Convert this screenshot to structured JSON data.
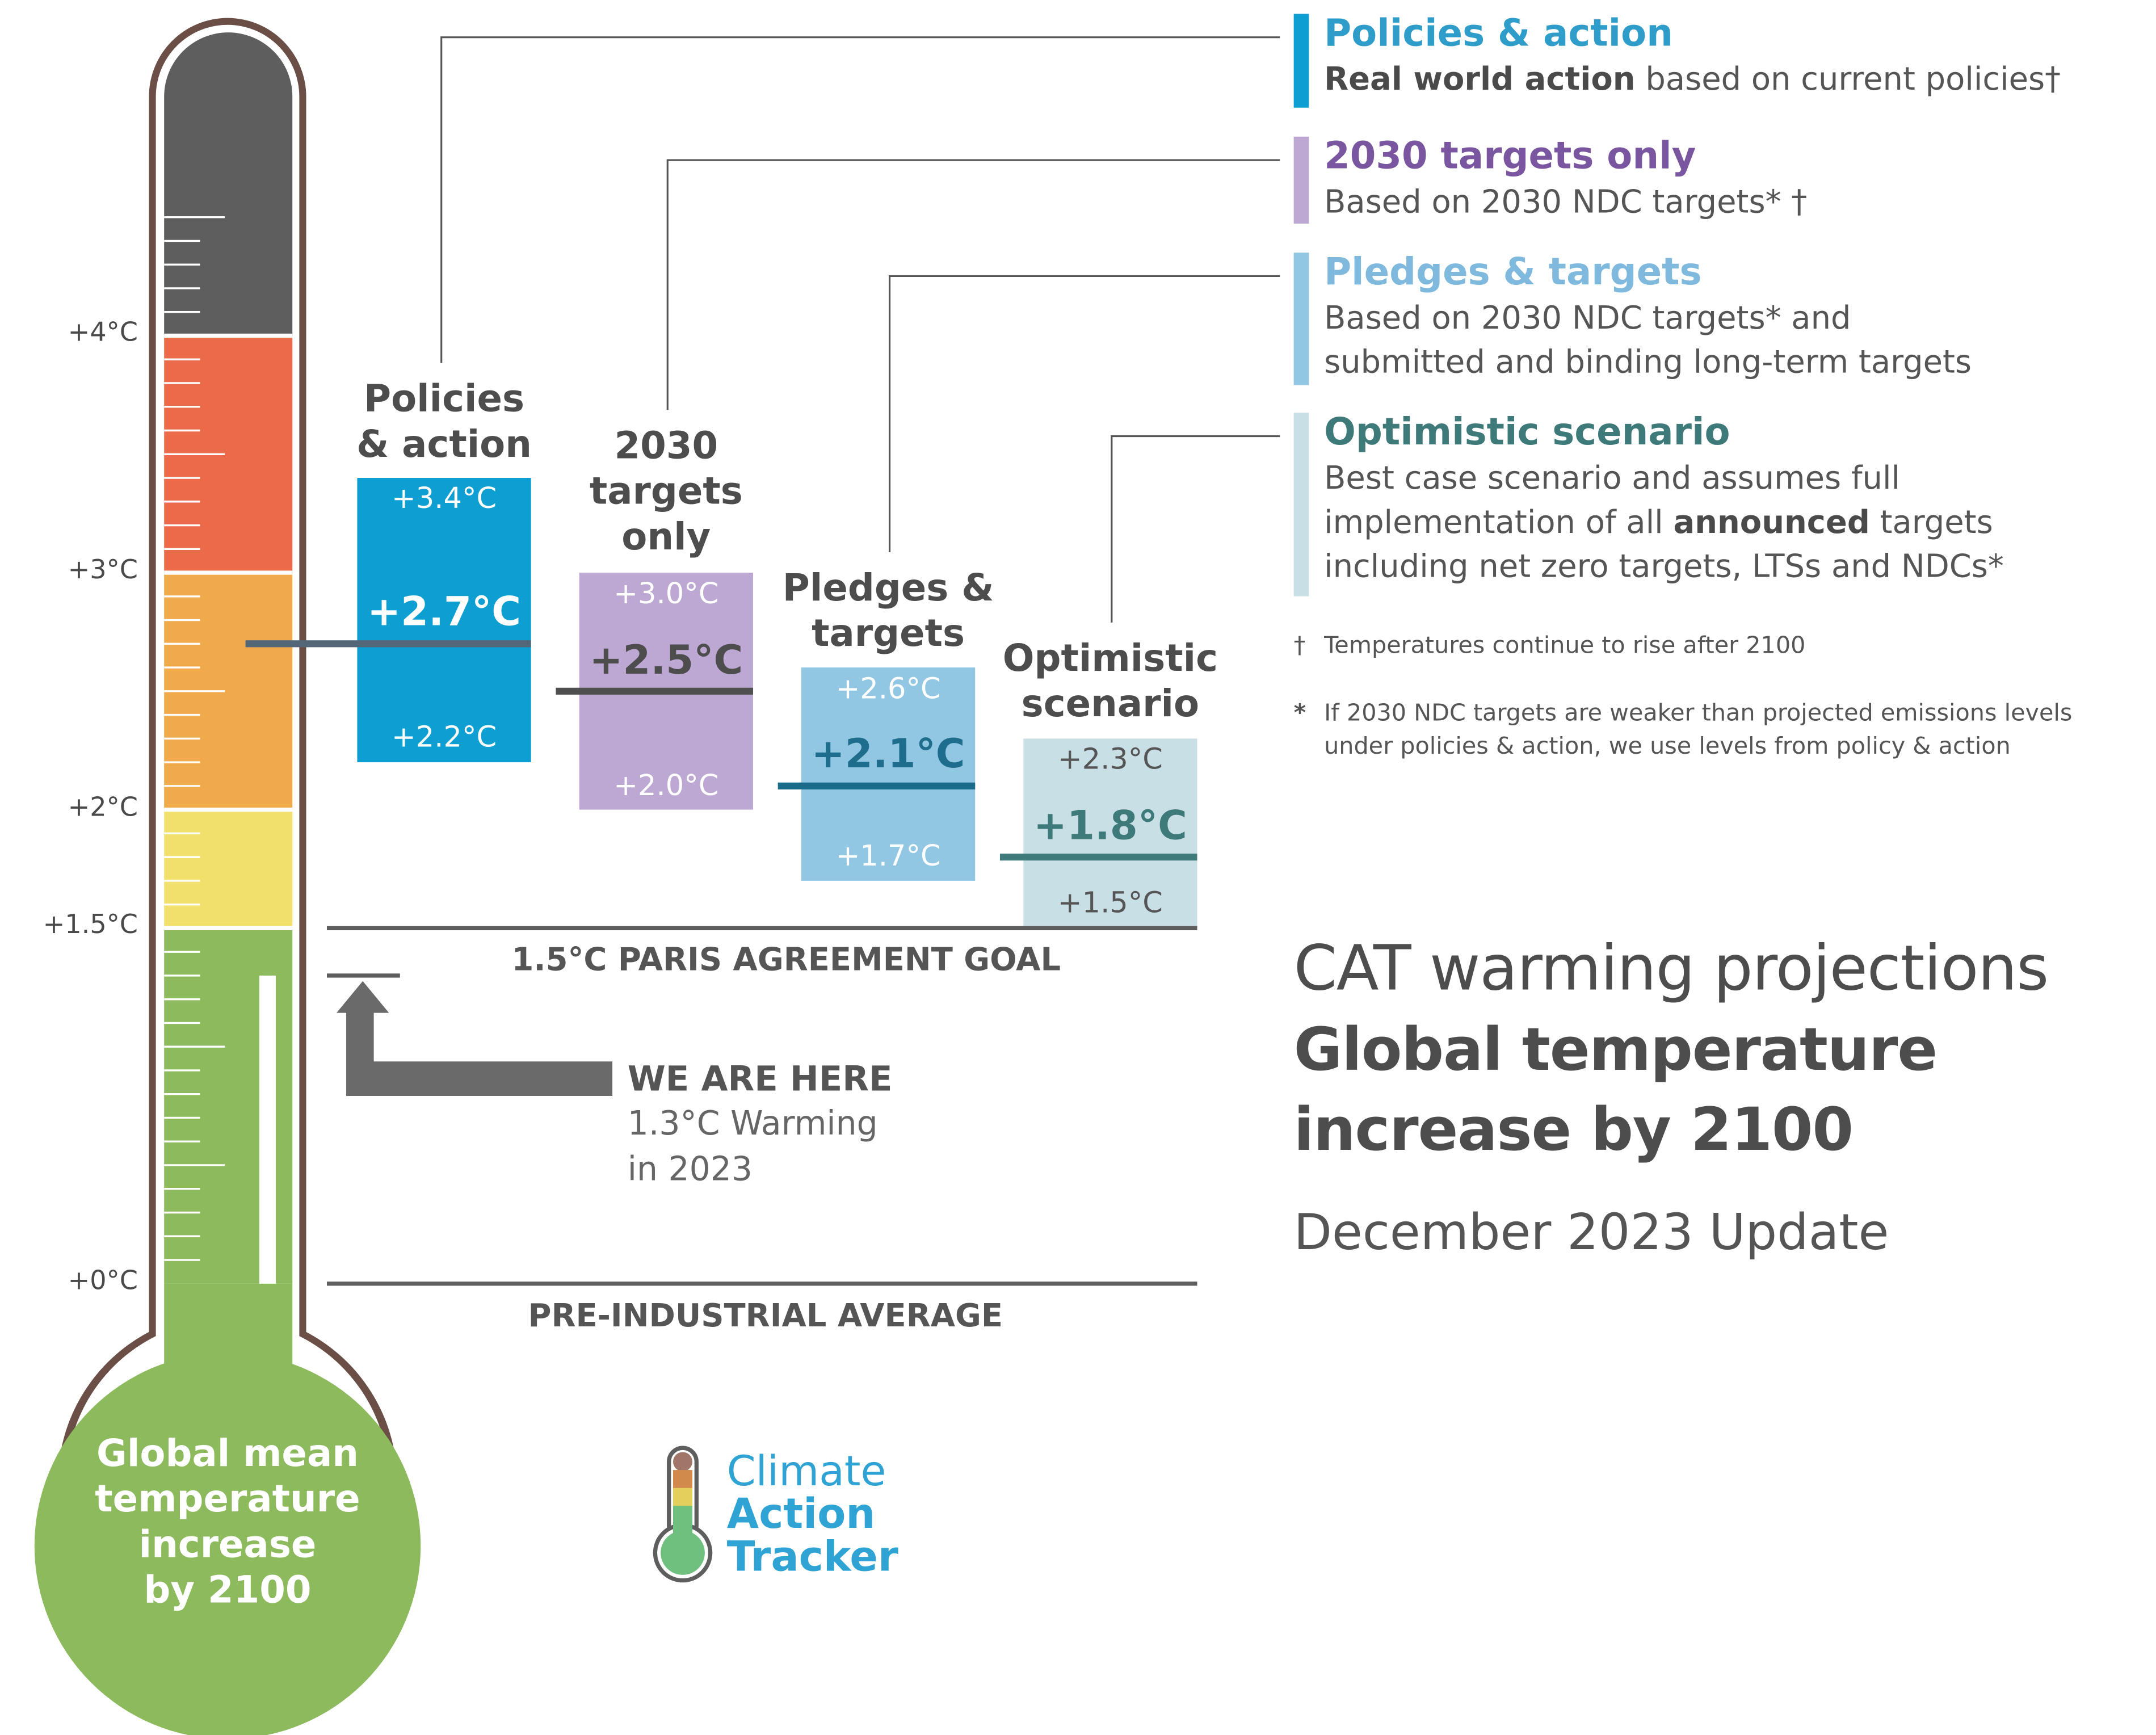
{
  "chart_data": {
    "type": "range",
    "title": "CAT warming projections",
    "subtitle": "Global temperature increase by 2100",
    "update": "December 2023 Update",
    "y_unit": "°C",
    "ylim": [
      0,
      4.4
    ],
    "scale_ticks": [
      {
        "value": 4,
        "label": "+4°C"
      },
      {
        "value": 3,
        "label": "+3°C"
      },
      {
        "value": 2,
        "label": "+2°C"
      },
      {
        "value": 1.5,
        "label": "+1.5°C"
      },
      {
        "value": 0,
        "label": "+0°C"
      }
    ],
    "bands": [
      {
        "from": 0,
        "to": 1.5,
        "color": "#8cba5c"
      },
      {
        "from": 1.5,
        "to": 2,
        "color": "#f1e06b"
      },
      {
        "from": 2,
        "to": 3,
        "color": "#f0aa4c"
      },
      {
        "from": 3,
        "to": 4,
        "color": "#ea6a4a"
      },
      {
        "from": 4,
        "to": 5,
        "color": "#5e5e5e"
      }
    ],
    "scenarios": [
      {
        "name": "Policies & action",
        "label_lines": [
          "Policies",
          "& action"
        ],
        "low": 2.2,
        "mid": 2.7,
        "high": 3.4,
        "low_label": "+2.2°C",
        "mid_label": "+2.7°C",
        "high_label": "+3.4°C",
        "color": "#0d9fd2",
        "mid_color": "#ffffff",
        "line_color": "#546778"
      },
      {
        "name": "2030 targets only",
        "label_lines": [
          "2030",
          "targets",
          "only"
        ],
        "low": 2.0,
        "mid": 2.5,
        "high": 3.0,
        "low_label": "+2.0°C",
        "mid_label": "+2.5°C",
        "high_label": "+3.0°C",
        "color": "#bca8d2",
        "mid_color": "#4d4d4d",
        "line_color": "#4f4f4f"
      },
      {
        "name": "Pledges & targets",
        "label_lines": [
          "Pledges &",
          "targets"
        ],
        "low": 1.7,
        "mid": 2.1,
        "high": 2.6,
        "low_label": "+1.7°C",
        "mid_label": "+2.1°C",
        "high_label": "+2.6°C",
        "color": "#92c7e4",
        "mid_color": "#1e6d8c",
        "line_color": "#1a6a8a"
      },
      {
        "name": "Optimistic scenario",
        "label_lines": [
          "Optimistic",
          "scenario"
        ],
        "low": 1.5,
        "mid": 1.8,
        "high": 2.3,
        "low_label": "+1.5°C",
        "mid_label": "+1.8°C",
        "high_label": "+2.3°C",
        "color": "#c9dfe6",
        "mid_color": "#3f7a7a",
        "line_color": "#3f7a7a"
      }
    ],
    "current_warming": {
      "value": 1.3,
      "year": 2023
    }
  },
  "thermometer": {
    "bulb_lines": [
      "Global mean",
      "temperature",
      "increase",
      "by 2100"
    ]
  },
  "baselines": {
    "paris": "1.5°C PARIS AGREEMENT GOAL",
    "preindustrial": "PRE-INDUSTRIAL AVERAGE"
  },
  "we_are_here": {
    "title": "WE ARE HERE",
    "line1": "1.3°C Warming",
    "line2": "in 2023"
  },
  "legend": [
    {
      "title": "Policies & action",
      "title_color": "#2f9dc9",
      "bar_color": "#0d9fd2",
      "desc": [
        [
          {
            "t": "Real world action",
            "b": true
          },
          {
            "t": " based on current policies†",
            "b": false
          }
        ]
      ]
    },
    {
      "title": "2030 targets only",
      "title_color": "#7a55a0",
      "bar_color": "#bca8d2",
      "desc": [
        [
          {
            "t": "Based on 2030 NDC targets* †",
            "b": false
          }
        ]
      ]
    },
    {
      "title": "Pledges & targets",
      "title_color": "#7fb9dd",
      "bar_color": "#92c7e4",
      "desc": [
        [
          {
            "t": "Based on 2030 NDC targets* and",
            "b": false
          }
        ],
        [
          {
            "t": "submitted and binding long-term targets",
            "b": false
          }
        ]
      ]
    },
    {
      "title": "Optimistic scenario",
      "title_color": "#3f7a7a",
      "bar_color": "#c9dfe6",
      "desc": [
        [
          {
            "t": "Best case scenario and assumes full",
            "b": false
          }
        ],
        [
          {
            "t": "implementation of all ",
            "b": false
          },
          {
            "t": "announced",
            "b": true
          },
          {
            "t": " targets",
            "b": false
          }
        ],
        [
          {
            "t": "including net zero targets, LTSs and NDCs*",
            "b": false
          }
        ]
      ]
    }
  ],
  "notes": {
    "dagger_symbol": "†",
    "dagger": "Temperatures continue to rise after 2100",
    "asterisk_symbol": "*",
    "asterisk_line1": "If 2030 NDC targets are weaker than projected emissions levels",
    "asterisk_line2": "under policies & action, we use levels from policy & action"
  },
  "titles": {
    "line1": "CAT warming projections",
    "line2": "Global temperature",
    "line3": "increase by 2100",
    "update": "December 2023 Update"
  },
  "logo": {
    "line1": "Climate",
    "line2": "Action",
    "line3": "Tracker",
    "colors": [
      "#a0766a",
      "#d18a4c",
      "#e5cf5c",
      "#6fbf7f"
    ]
  }
}
